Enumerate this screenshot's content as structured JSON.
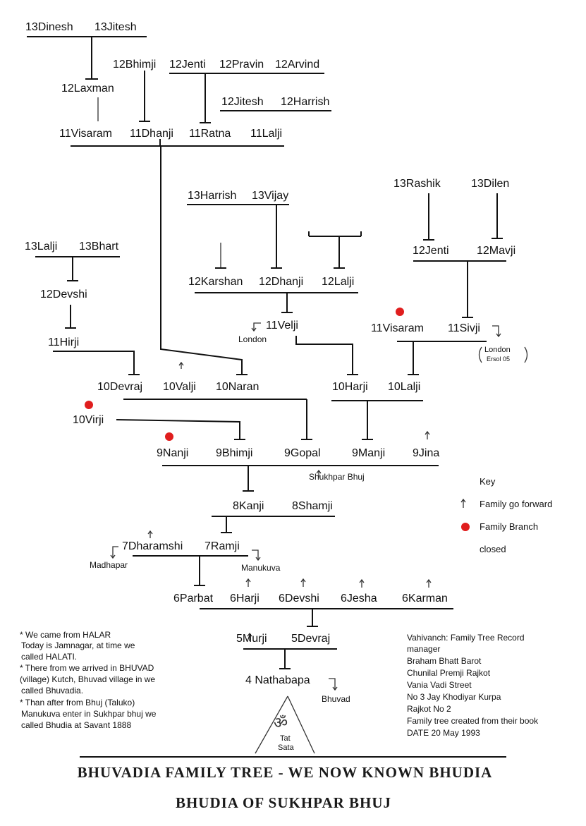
{
  "people": {
    "g13": {
      "dinesh": "13Dinesh",
      "jitesh_a": "13Jitesh",
      "harrish": "13Harrish",
      "vijay": "13Vijay",
      "lalji": "13Lalji",
      "bhart": "13Bhart",
      "rashik": "13Rashik",
      "dilen": "13Dilen"
    },
    "g12": {
      "bhimji": "12Bhimji",
      "jenti_a": "12Jenti",
      "pravin": "12Pravin",
      "arvind": "12Arvind",
      "laxman": "12Laxman",
      "jitesh": "12Jitesh",
      "harrish": "12Harrish",
      "jenti_b": "12Jenti",
      "mavji": "12Mavji",
      "karshan": "12Karshan",
      "dhanji": "12Dhanji",
      "lalji": "12Lalji",
      "devshi": "12Devshi"
    },
    "g11": {
      "visaram_a": "11Visaram",
      "dhanji": "11Dhanji",
      "ratna": "11Ratna",
      "lalji": "11Lalji",
      "velji": "11Velji",
      "visaram_b": "11Visaram",
      "sivji": "11Sivji",
      "hirji": "11Hirji"
    },
    "g10": {
      "devraj": "10Devraj",
      "valji": "10Valji",
      "naran": "10Naran",
      "harji": "10Harji",
      "lalji": "10Lalji",
      "virji": "10Virji"
    },
    "g9": {
      "nanji": "9Nanji",
      "bhimji": "9Bhimji",
      "gopal": "9Gopal",
      "manji": "9Manji",
      "jina": "9Jina"
    },
    "g8": {
      "kanji": "8Kanji",
      "shamji": "8Shamji"
    },
    "g7": {
      "dharamshi": "7Dharamshi",
      "ramji": "7Ramji"
    },
    "g6": {
      "parbat": "6Parbat",
      "harji": "6Harji",
      "devshi": "6Devshi",
      "jesha": "6Jesha",
      "karman": "6Karman"
    },
    "g5": {
      "murji": "5Murji",
      "devraj": "5Devraj"
    },
    "g4": {
      "nathabapa": "4 Nathabapa"
    }
  },
  "places": {
    "london": "London",
    "london_note_a": "London",
    "london_note_b": "Ersol 05",
    "shukhpar": "Shukhpar Bhuj",
    "madhapar": "Madhapar",
    "manukuva": "Manukuva",
    "bhuvad": "Bhuvad"
  },
  "key": {
    "title": "Key",
    "forward": "Family go forward",
    "closed_a": "Family Branch",
    "closed_b": "closed"
  },
  "origin_notes": [
    "* We came from HALAR",
    "Today is Jamnagar, at time we",
    "called HALATI.",
    "* There from we arrived in BHUVAD",
    "(village) Kutch, Bhuvad village in we",
    "called Bhuvadia.",
    "* Than after from Bhuj (Taluko)",
    "Manukuva enter in Sukhpar bhuj we",
    "called Bhudia at Savant 1888"
  ],
  "record_notes": [
    "Vahivanch: Family Tree Record",
    "manager",
    "Braham Bhatt Barot",
    "Chunilal Premji Rajkot",
    "Vania Vadi Street",
    "No 3 Jay Khodiyar Kurpa",
    "Rajkot No 2",
    "Family tree created from their book",
    "DATE 20 May 1993"
  ],
  "symbol": {
    "om": "ॐ",
    "tat": "Tat",
    "sata": "Sata"
  },
  "title_line1": "BHUVADIA FAMILY TREE -  WE NOW KNOWN BHUDIA",
  "title_line2": "BHUDIA OF SUKHPAR BHUJ",
  "colors": {
    "ink": "#111111",
    "closed_dot": "#e01e1e",
    "paper": "#ffffff"
  },
  "icons": [
    "up-arrow-icon",
    "hook-down-arrow-icon",
    "red-dot-icon",
    "om-symbol-icon"
  ]
}
